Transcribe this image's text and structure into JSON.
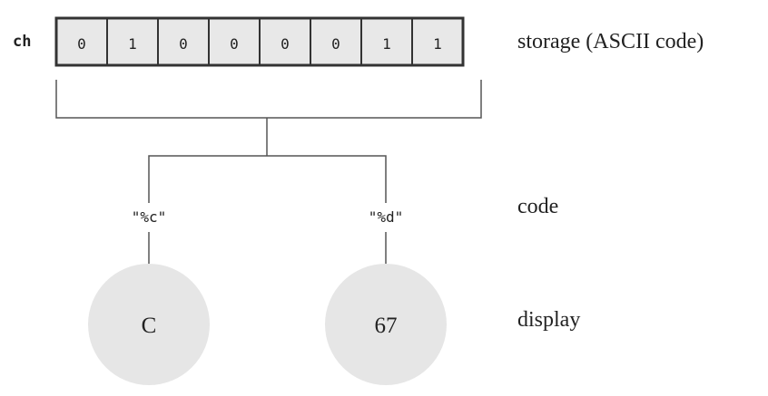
{
  "variable_name": "ch",
  "bits": [
    "0",
    "1",
    "0",
    "0",
    "0",
    "0",
    "1",
    "1"
  ],
  "labels": {
    "storage": "storage (ASCII code)",
    "code": "code",
    "display": "display"
  },
  "formats": {
    "char": "\"%c\"",
    "decimal": "\"%d\""
  },
  "outputs": {
    "char": "C",
    "decimal": "67"
  },
  "colors": {
    "cell_fill": "#e8e8e8",
    "cell_border": "#333333",
    "circle_fill": "#e6e6e6",
    "line": "#555555"
  }
}
